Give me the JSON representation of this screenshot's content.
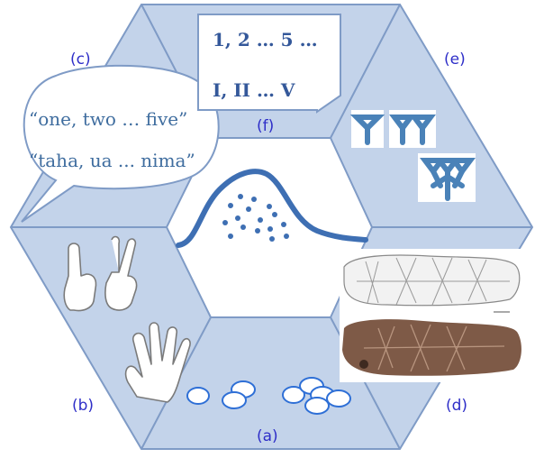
{
  "panels": {
    "a": "(a)",
    "b": "(b)",
    "c": "(c)",
    "d": "(d)",
    "e": "(e)",
    "f": "(f)"
  },
  "words_bubble": {
    "line1": "“one, two … five”",
    "line2": "“taha, ua ... nima”"
  },
  "numerals_bubble": {
    "line1": "1, 2 … 5 …",
    "line2": "I, II … V"
  },
  "colors": {
    "panel_fill": "#c3d3ea",
    "panel_stroke": "#7f9bc6",
    "label_blue": "#2e2ec8",
    "curve_blue": "#3e6fb3",
    "bubble_text": "#3f6d9f"
  },
  "icons": {
    "hand_gestures": "finger-counting-hands-icon",
    "open_hand": "open-hand-icon",
    "tokens": "counting-tokens-icon",
    "cuneiform": "cuneiform-numerals-icon",
    "engraved_bone": "engraved-bone-artifact-image",
    "bell_curve": "bell-curve-icon"
  }
}
